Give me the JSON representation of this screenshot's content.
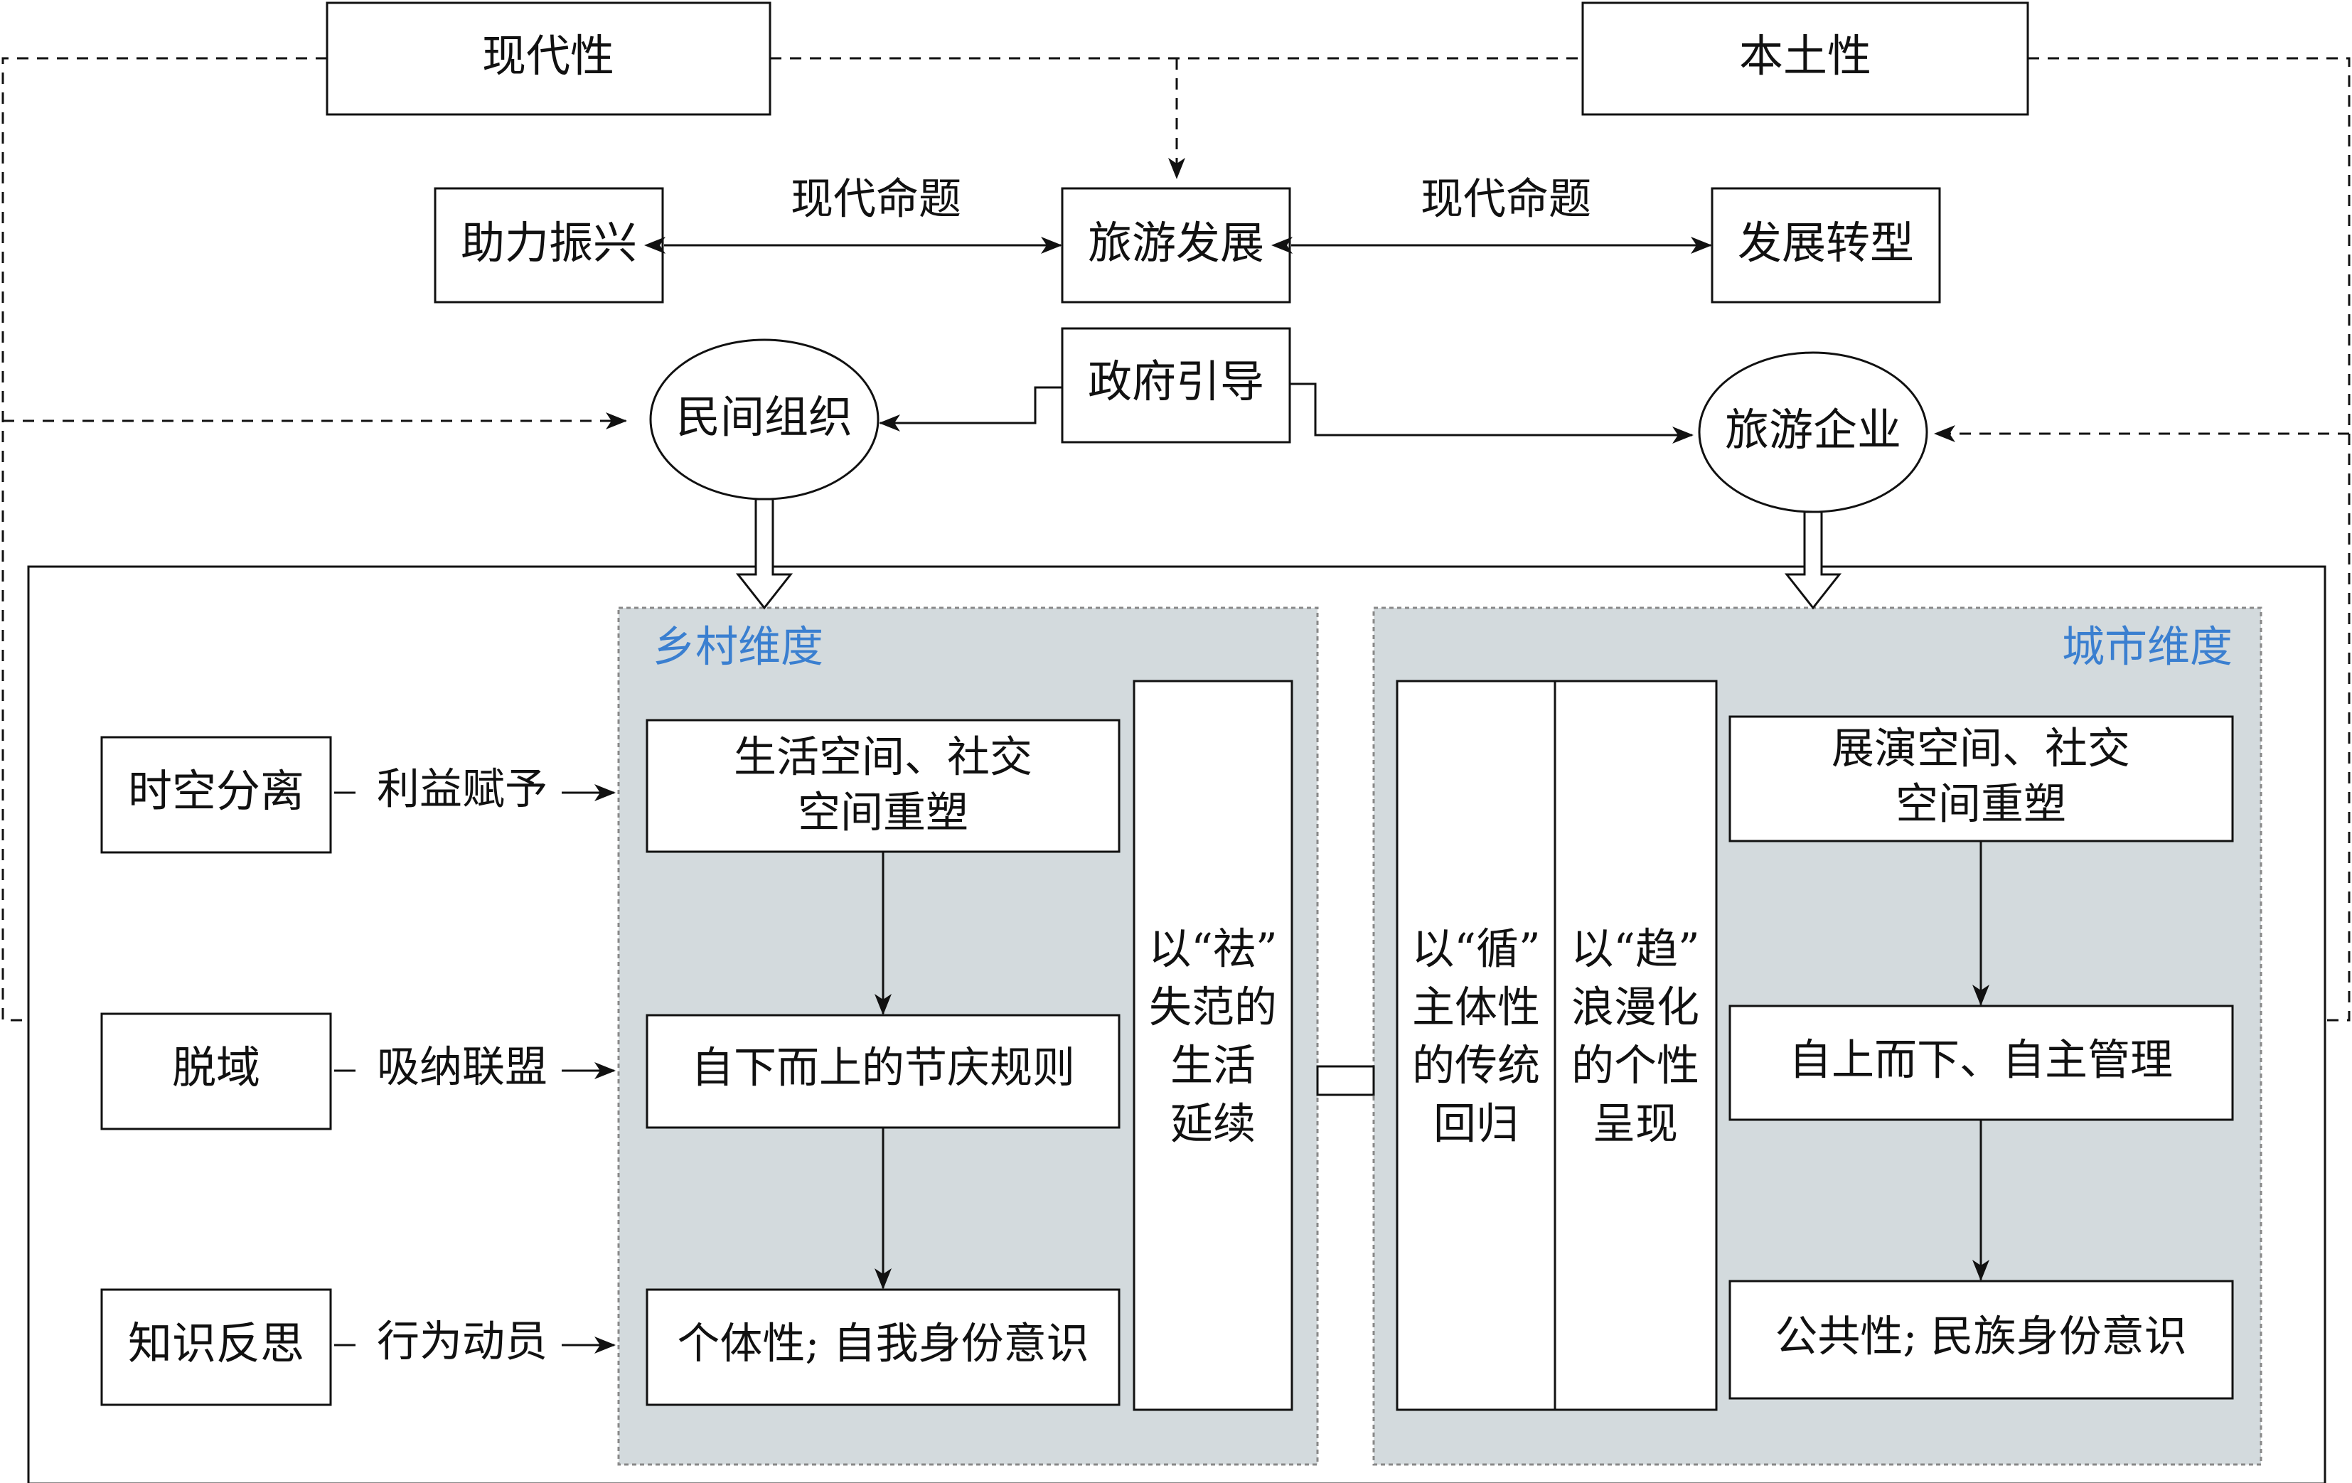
{
  "colors": {
    "zone_fill": "#d3dadd",
    "zone_label": "#3a7fd0",
    "line": "#111111"
  },
  "top": {
    "modernity": "现代性",
    "locality": "本土性"
  },
  "center": {
    "tourism_dev": "旅游发展",
    "left_goal": "助力振兴",
    "right_goal": "发展转型",
    "left_edge_label": "现代命题",
    "right_edge_label": "现代命题",
    "gov": "政府引导",
    "folk": "民间组织",
    "enterprise": "旅游企业"
  },
  "left_factors": [
    {
      "box": "时空分离",
      "label": "利益赋予"
    },
    {
      "box": "脱域",
      "label": "吸纳联盟"
    },
    {
      "box": "知识反思",
      "label": "行为动员"
    }
  ],
  "rural": {
    "title": "乡村维度",
    "boxes": [
      {
        "lines": [
          "生活空间、社交",
          "空间重塑"
        ]
      },
      {
        "lines": [
          "自下而上的节庆规则"
        ]
      },
      {
        "lines": [
          "个体性; 自我身份意识"
        ]
      }
    ],
    "column": [
      "以“祛”",
      "失范的",
      "生活",
      "延续"
    ]
  },
  "urban": {
    "title": "城市维度",
    "boxes": [
      {
        "lines": [
          "展演空间、社交",
          "空间重塑"
        ]
      },
      {
        "lines": [
          "自上而下、自主管理"
        ]
      },
      {
        "lines": [
          "公共性; 民族身份意识"
        ]
      }
    ],
    "column_a": [
      "以“循”",
      "主体性",
      "的传统",
      "回归"
    ],
    "column_b": [
      "以“趋”",
      "浪漫化",
      "的个性",
      "呈现"
    ]
  }
}
